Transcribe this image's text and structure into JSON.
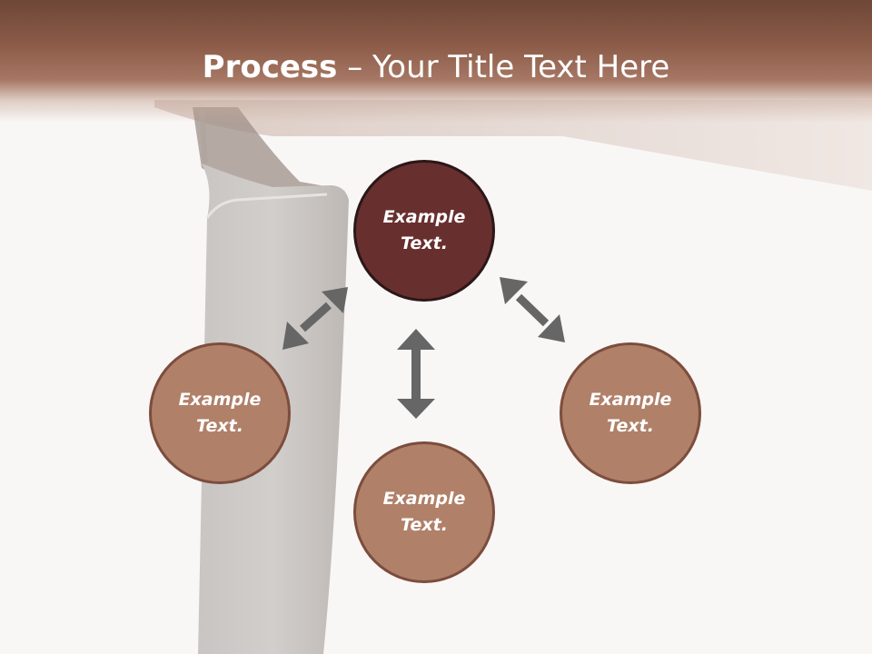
{
  "title": {
    "bold": "Process",
    "separator": " – ",
    "rest": "Your Title Text Here"
  },
  "nodes": [
    {
      "id": "top",
      "label": "Example Text."
    },
    {
      "id": "left",
      "label": "Example Text."
    },
    {
      "id": "bottom",
      "label": "Example Text."
    },
    {
      "id": "right",
      "label": "Example Text."
    }
  ],
  "colors": {
    "header": "#8a5a47",
    "primary_node": "#682f2f",
    "secondary_node": "#b08069",
    "arrow": "#666666"
  }
}
